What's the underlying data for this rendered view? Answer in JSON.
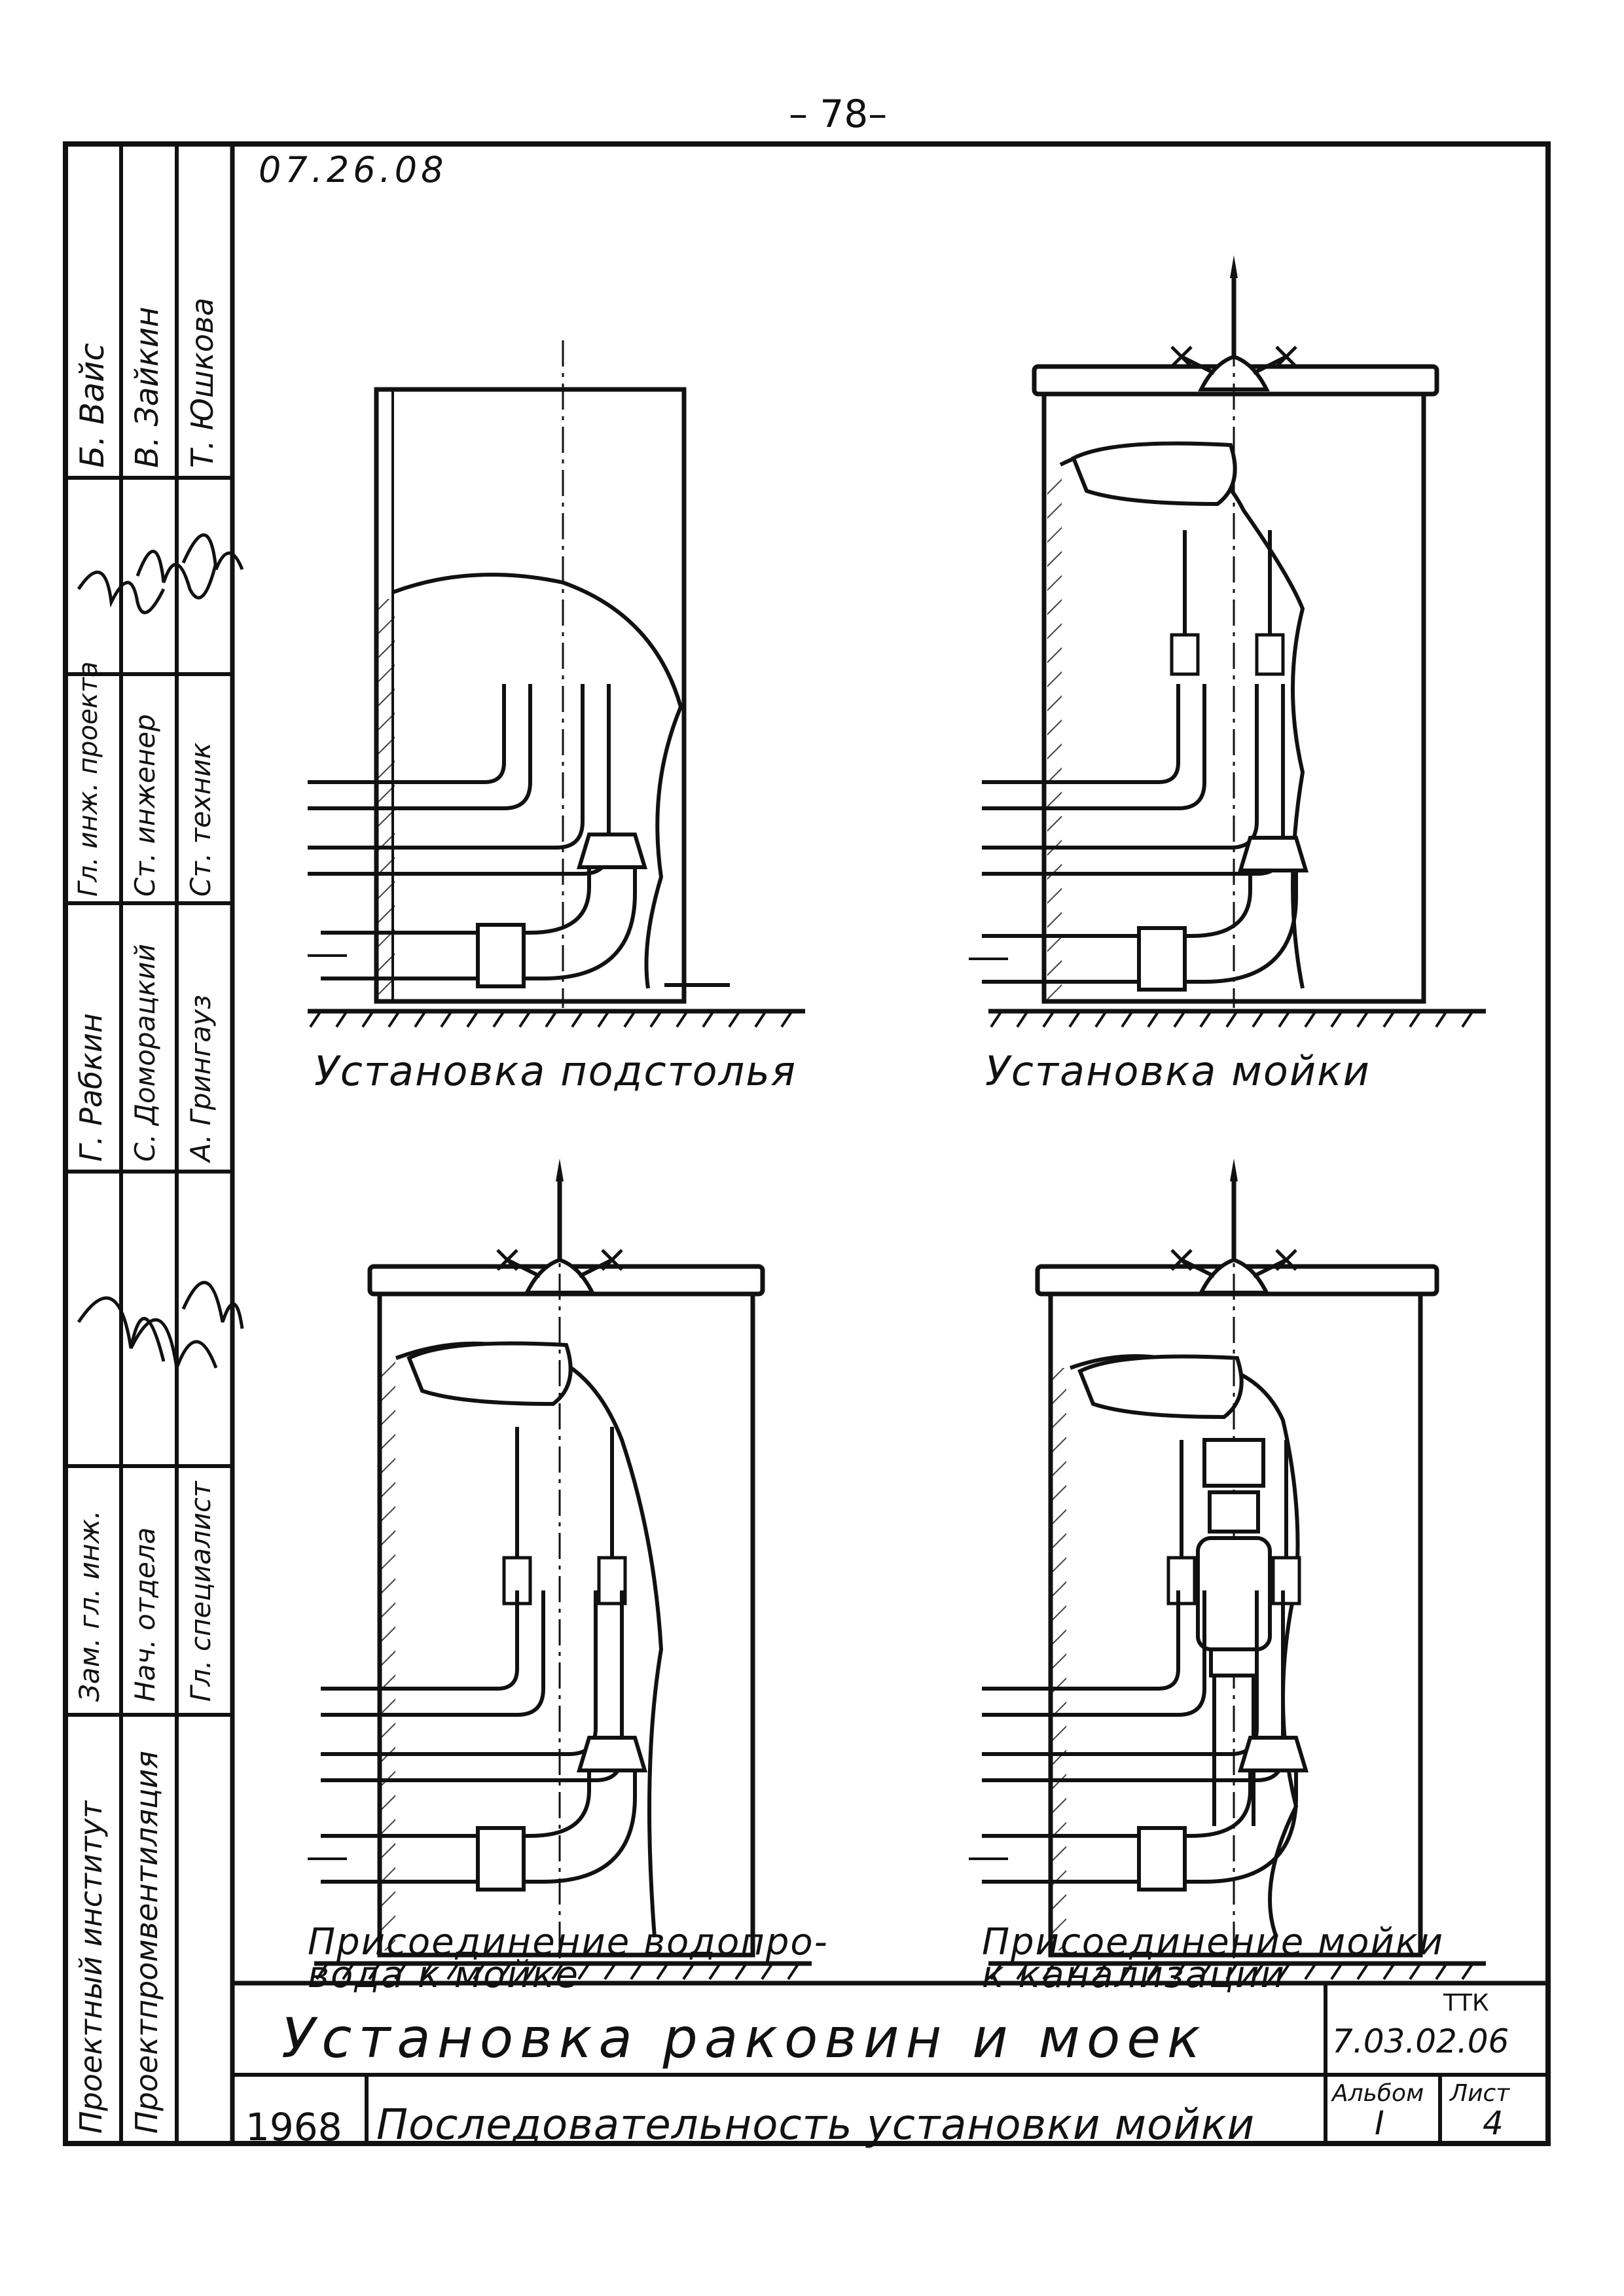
{
  "page_number": "– 78–",
  "drawing_code": "07.26.08",
  "figures": [
    {
      "caption": "Установка подстолья"
    },
    {
      "caption": "Установка мойки"
    },
    {
      "caption_line1": "Присоединение водопро-",
      "caption_line2": "вода к мойке"
    },
    {
      "caption_line1": "Присоединение мойки",
      "caption_line2": "к канализации"
    }
  ],
  "title_block": {
    "title": "Установка раковин и моек",
    "subtitle": "Последовательность установки мойки",
    "year": "1968",
    "ttk_label": "ТТК",
    "ttk_number": "7.03.02.06",
    "album_label": "Альбом",
    "album_value": "I",
    "sheet_label": "Лист",
    "sheet_value": "4"
  },
  "side_stamp": {
    "institute_line1": "Проектный институт",
    "institute_line2": "Проектпромвентиляция",
    "rows": [
      {
        "position": "Зам. гл. инж.",
        "name": "Г. Рабкин"
      },
      {
        "position": "Нач. отдела",
        "name": "С. Доморацкий"
      },
      {
        "position": "Гл. специалист",
        "name": "А. Грингауз"
      },
      {
        "position": "Гл. инж. проекта",
        "name": "Б. Вайс"
      },
      {
        "position": "Ст. инженер",
        "name": "В. Зайкин"
      },
      {
        "position": "Ст. техник",
        "name": "Т. Юшкова"
      }
    ]
  }
}
